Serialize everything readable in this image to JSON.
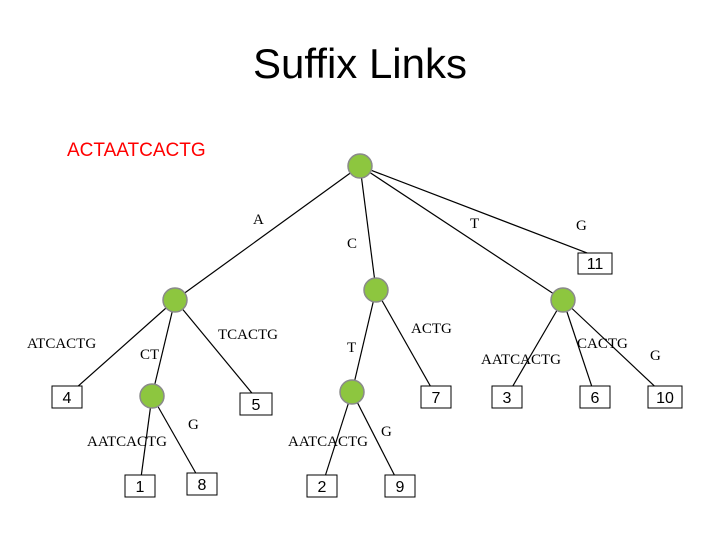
{
  "title": "Suffix Links",
  "input_string": "ACTAATCACTG",
  "edge_labels": {
    "root_a": "A",
    "root_c": "C",
    "root_t": "T",
    "root_g": "G",
    "a_leaf4": "ATCACTG",
    "a_ct": "CT",
    "a_leaf5": "TCACTG",
    "c_t": "T",
    "c_leaf7": "ACTG",
    "ct_leaf1": "AATCACTG",
    "ct_leaf8": "G",
    "ct2_leaf2": "AATCACTG",
    "ct2_leaf9": "G",
    "t_leaf3": "AATCACTG",
    "t_leaf6": "CACTG",
    "t_leaf10": "G"
  },
  "leaves": {
    "l11": "11",
    "l4": "4",
    "l5": "5",
    "l7": "7",
    "l3": "3",
    "l6": "6",
    "l10": "10",
    "l1": "1",
    "l8": "8",
    "l2": "2",
    "l9": "9"
  },
  "colors": {
    "node_fill": "#8dc63f",
    "title_text": "#000000",
    "input_string_text": "#ff0000"
  }
}
